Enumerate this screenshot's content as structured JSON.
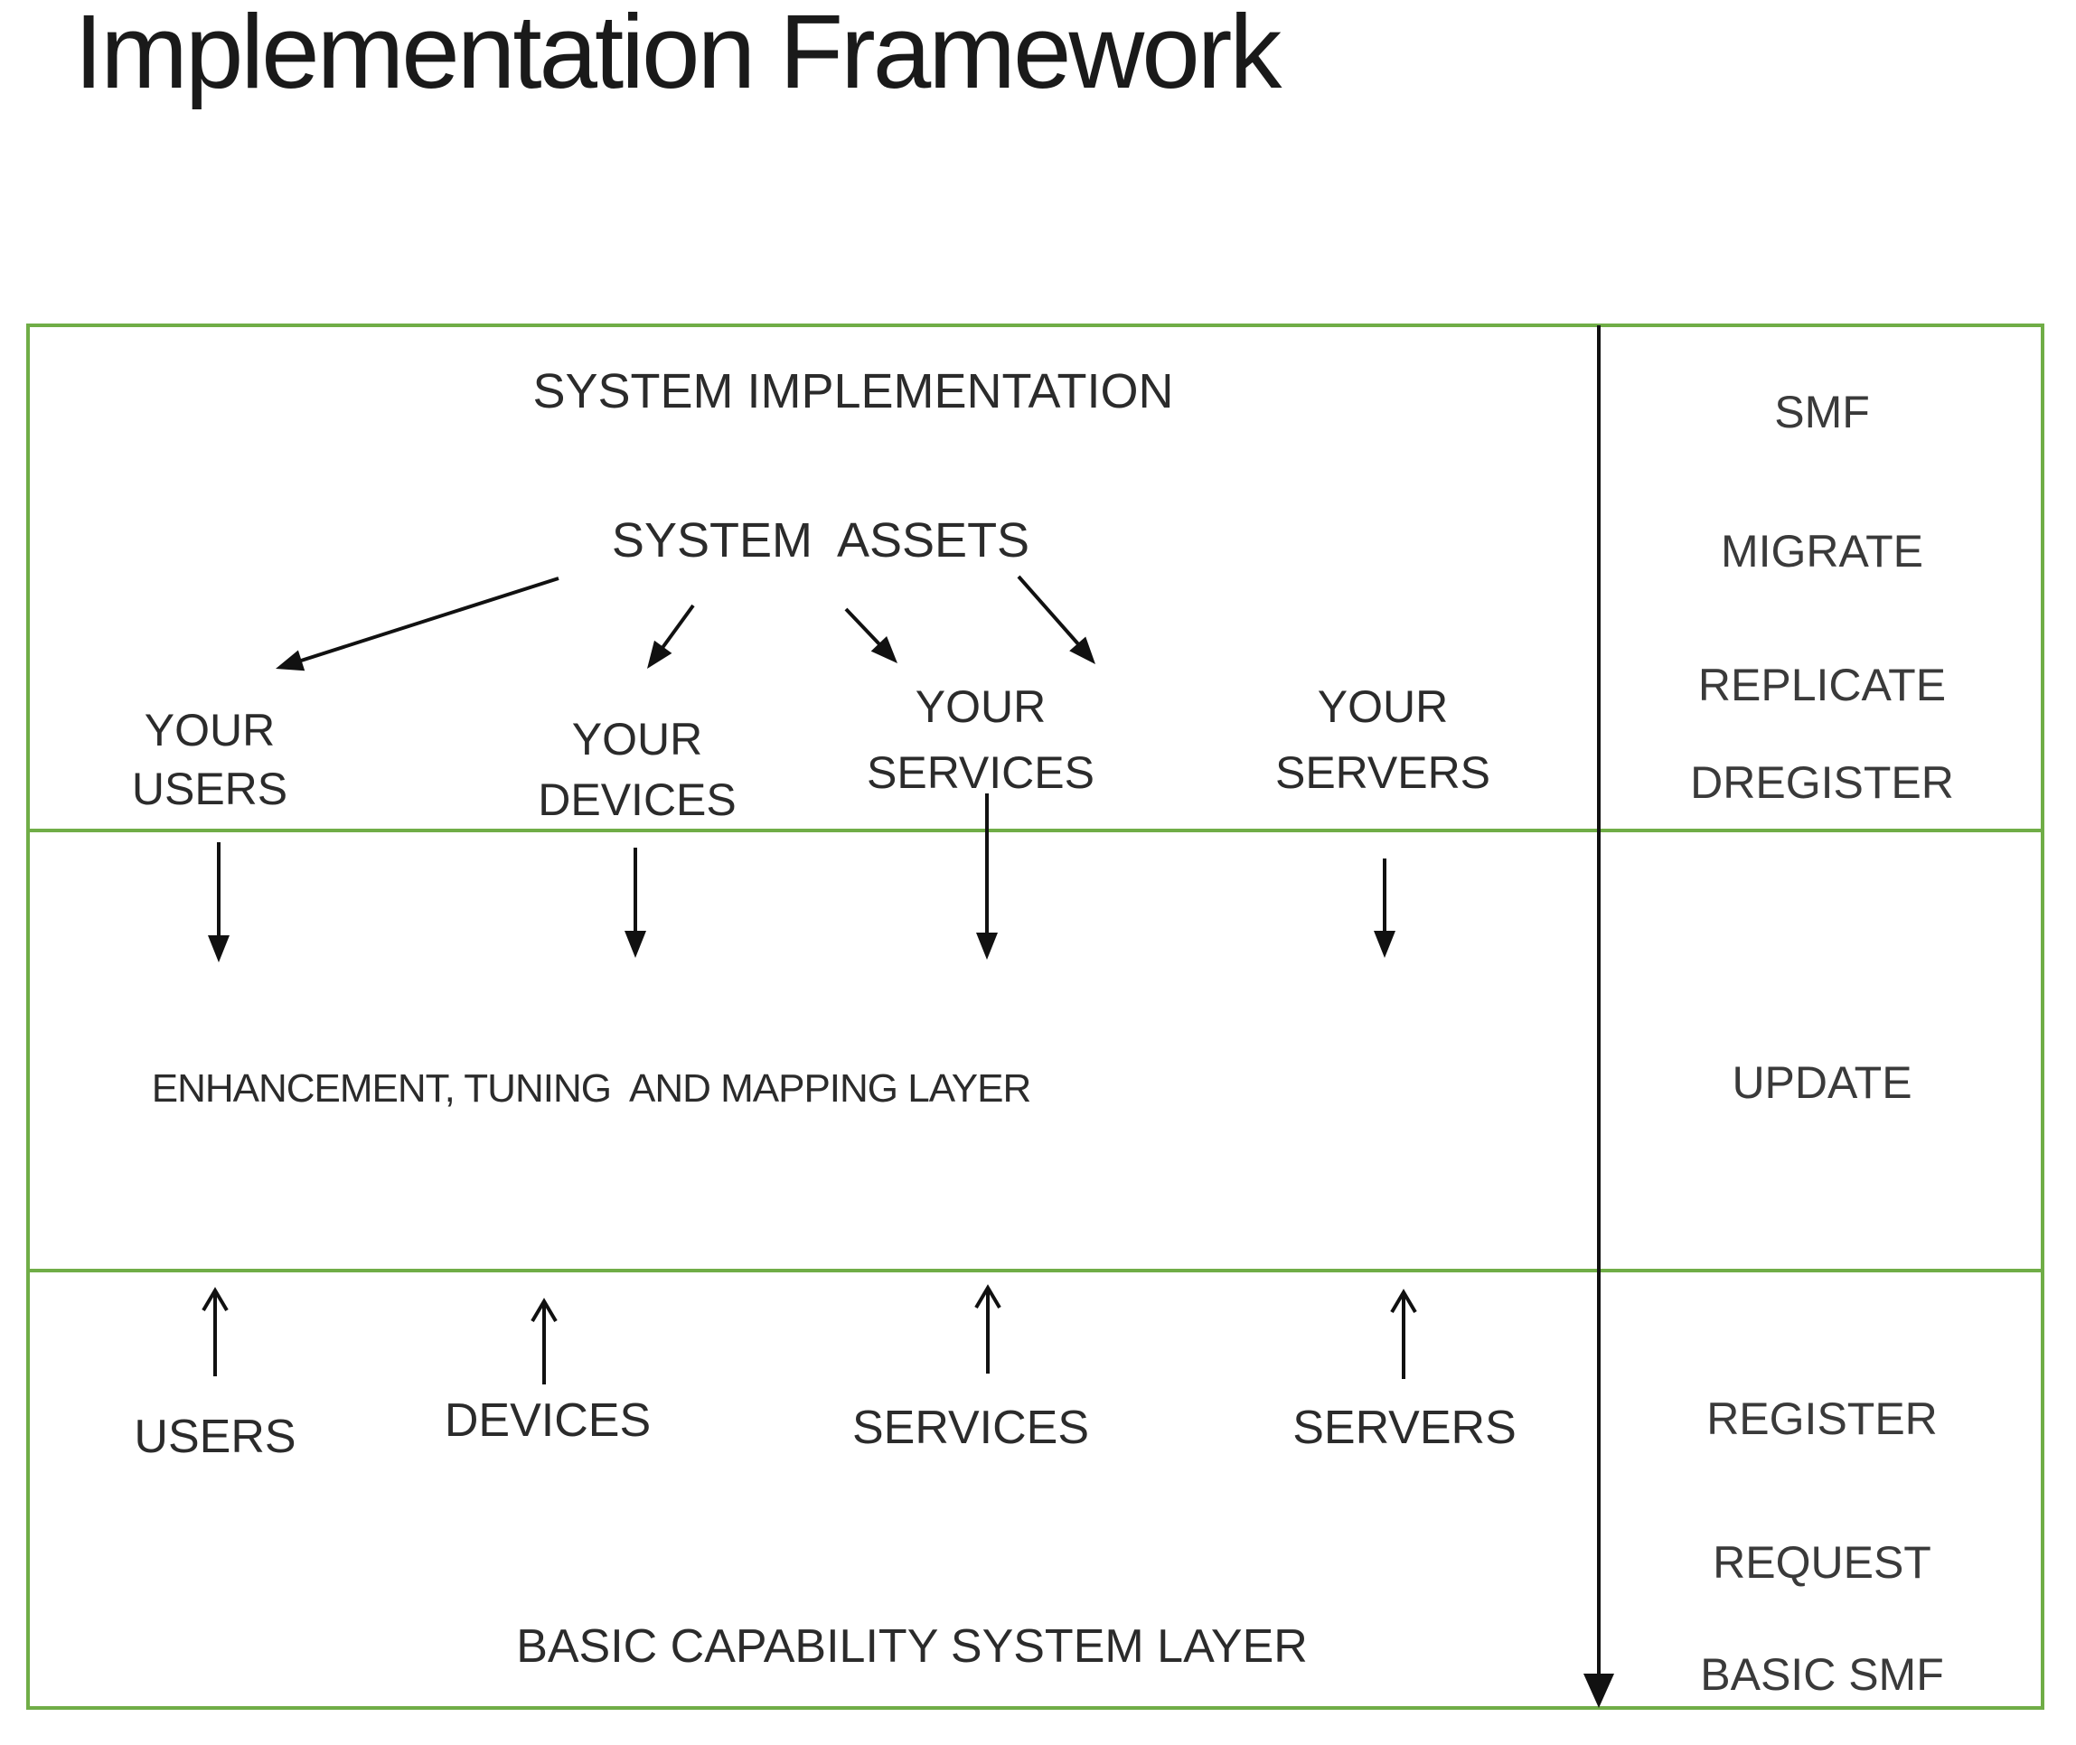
{
  "title": "Implementation Framework",
  "colors": {
    "table_border_green": "#70AD47",
    "divider_black": "#111111",
    "text": "#2b2b2b"
  },
  "framework": {
    "system_row": {
      "header": "SYSTEM IMPLEMENTATION",
      "assets": "SYSTEM  ASSETS",
      "targets": [
        {
          "line1": "YOUR",
          "line2": "USERS"
        },
        {
          "line1": "YOUR",
          "line2": "DEVICES"
        },
        {
          "line1": "YOUR",
          "line2": "SERVICES"
        },
        {
          "line1": "YOUR",
          "line2": "SERVERS"
        }
      ]
    },
    "mapping_row": {
      "label": "ENHANCEMENT, TUNING  AND MAPPING LAYER"
    },
    "basic_row": {
      "labels": [
        "USERS",
        "DEVICES",
        "SERVICES",
        "SERVERS"
      ],
      "footer": "BASIC CAPABILITY SYSTEM LAYER"
    },
    "smf_column": {
      "system_ops": [
        "SMF",
        "MIGRATE",
        "REPLICATE",
        "DREGISTER"
      ],
      "mapping_ops": [
        "UPDATE"
      ],
      "basic_ops": [
        "REGISTER",
        "REQUEST",
        "BASIC SMF"
      ]
    }
  }
}
